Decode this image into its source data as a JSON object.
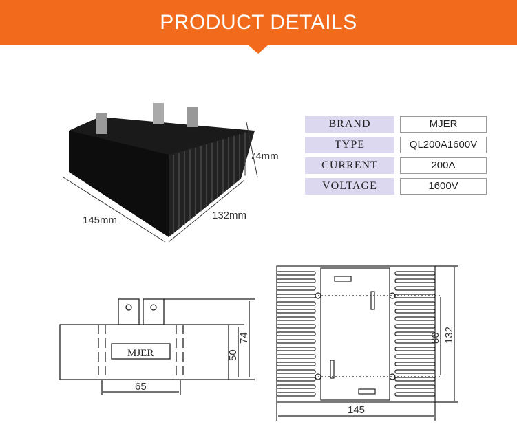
{
  "header": {
    "title": "PRODUCT  DETAILS"
  },
  "specs": [
    {
      "label": "BRAND",
      "value": "MJER"
    },
    {
      "label": "TYPE",
      "value": "QL200A1600V"
    },
    {
      "label": "CURRENT",
      "value": "200A"
    },
    {
      "label": "VOLTAGE",
      "value": "1600V"
    }
  ],
  "photo": {
    "width": "145mm",
    "depth": "132mm",
    "height": "74mm"
  },
  "side_view": {
    "label": "MJER",
    "width": "65",
    "height_body": "50",
    "height_total": "74"
  },
  "top_view": {
    "width": "145",
    "depth": "132",
    "hole_spacing": "80"
  },
  "colors": {
    "banner": "#f26b1d",
    "label_bg": "#dcd8f0"
  }
}
